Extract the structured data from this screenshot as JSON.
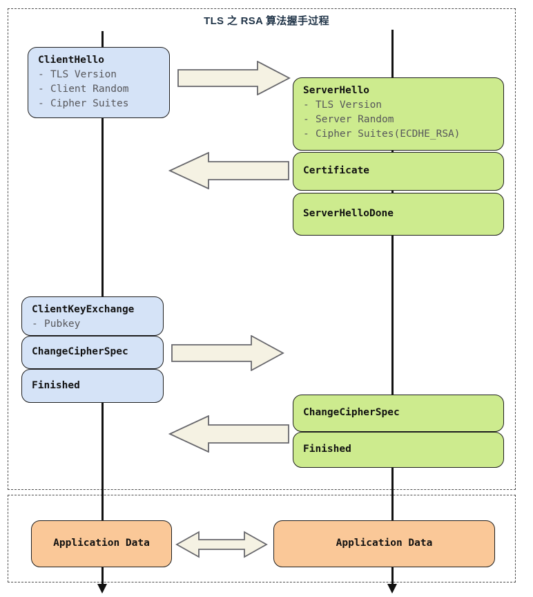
{
  "title": "TLS 之 RSA 算法握手过程",
  "colors": {
    "title_text": "#1f3347",
    "client_box_fill": "#d5e3f7",
    "server_box_fill": "#cdeb8e",
    "appdata_box_fill": "#fac898",
    "arrow_fill": "#f5f2e3",
    "arrow_stroke": "#66666b",
    "box_stroke": "#1d1d1d",
    "lifeline": "#111111",
    "section_border": "#4a4a4a"
  },
  "sections": {
    "handshake": {
      "name": "handshake-phase"
    },
    "application_data": {
      "name": "application-data-phase"
    }
  },
  "lifelines": [
    {
      "name": "client-lifeline"
    },
    {
      "name": "server-lifeline"
    }
  ],
  "client_messages": [
    {
      "title": "ClientHello",
      "items": [
        "TLS Version",
        "Client Random",
        "Cipher Suites"
      ]
    },
    {
      "title": "ClientKeyExchange",
      "items": [
        "Pubkey"
      ]
    },
    {
      "title": "ChangeCipherSpec",
      "items": []
    },
    {
      "title": "Finished",
      "items": []
    }
  ],
  "server_messages": [
    {
      "title": "ServerHello",
      "items": [
        "TLS Version",
        "Server Random",
        "Cipher Suites(ECDHE_RSA)"
      ]
    },
    {
      "title": "Certificate",
      "items": []
    },
    {
      "title": "ServerHelloDone",
      "items": []
    },
    {
      "title": "ChangeCipherSpec",
      "items": []
    },
    {
      "title": "Finished",
      "items": []
    }
  ],
  "application_data": {
    "client_label": "Application Data",
    "server_label": "Application Data"
  },
  "arrows": [
    {
      "name": "arrow-clienthello-to-server",
      "direction": "right"
    },
    {
      "name": "arrow-serverhello-to-client",
      "direction": "left"
    },
    {
      "name": "arrow-clientkeyexchange-to-server",
      "direction": "right"
    },
    {
      "name": "arrow-serverfinished-to-client",
      "direction": "left"
    },
    {
      "name": "arrow-application-data-bidirectional",
      "direction": "both"
    }
  ],
  "list_bullet": "-"
}
